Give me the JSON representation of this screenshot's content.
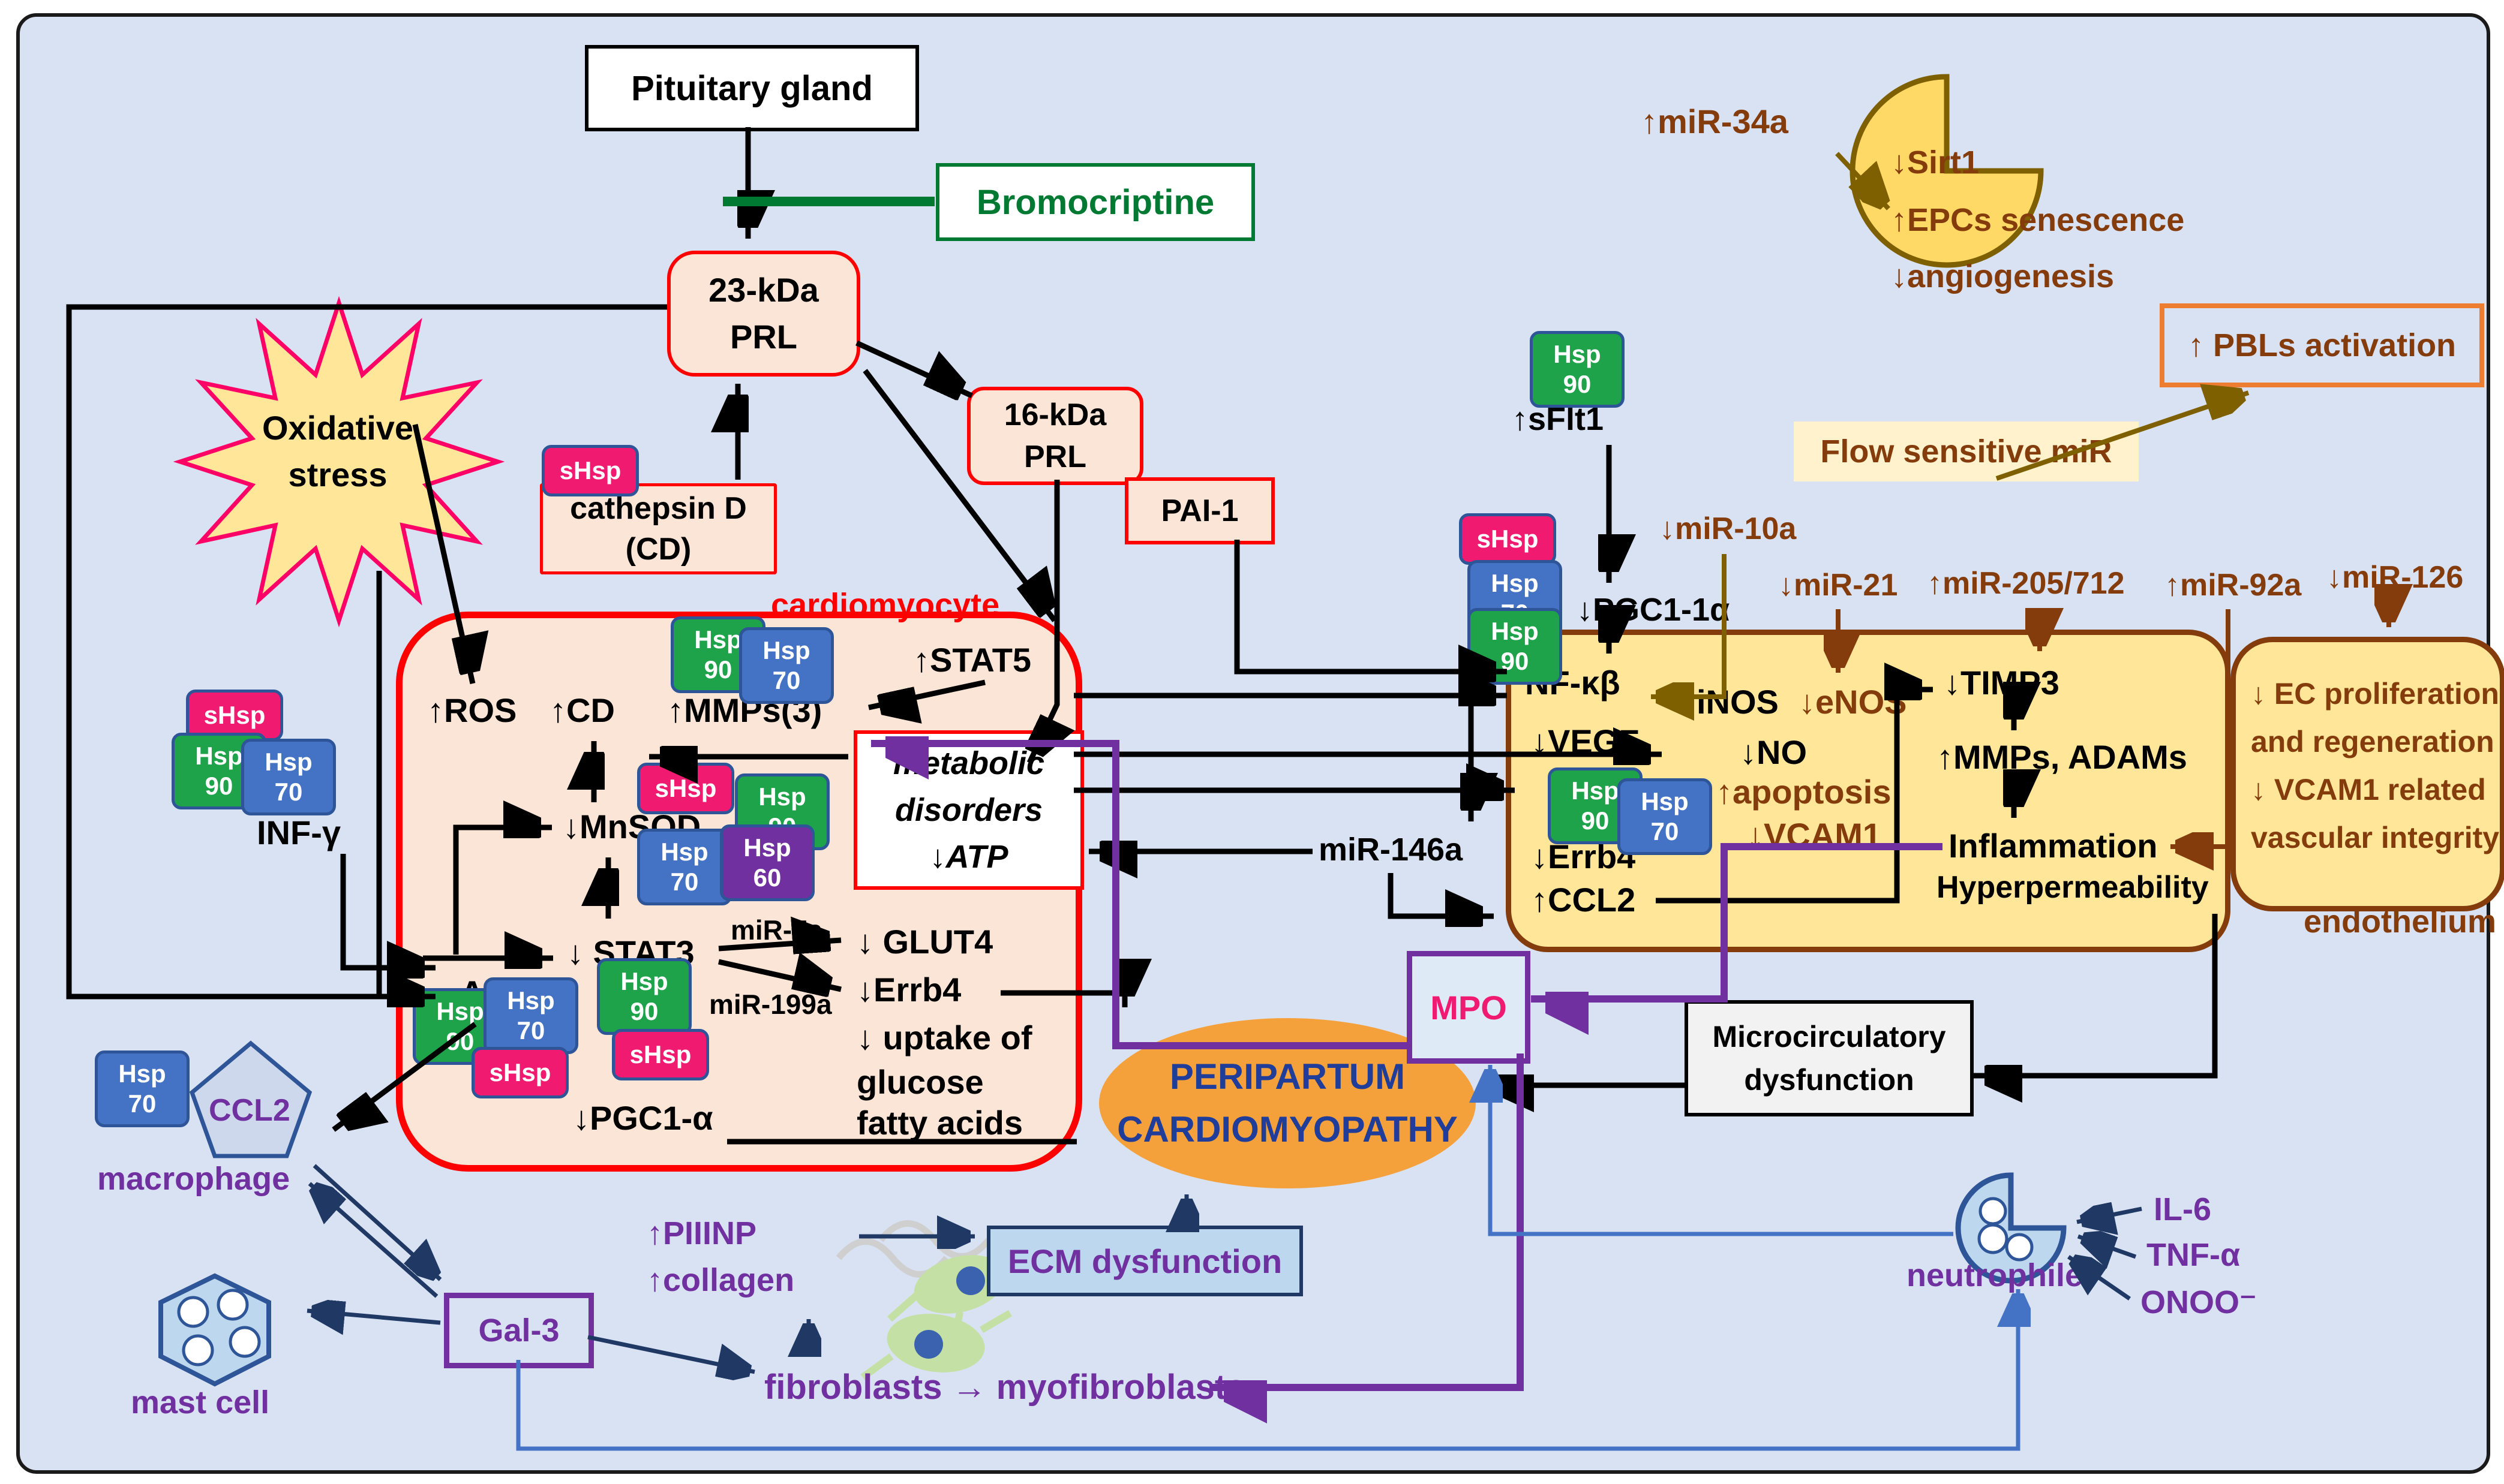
{
  "title": "Peripartum cardiomyopathy pathway diagram",
  "colors": {
    "background_panel": "#D9E2F3",
    "cell_fill": "#FBE5D6",
    "cell_border": "#FF0000",
    "endothelium_fill": "#FFE699",
    "endothelium_border": "#843C0C",
    "badge_hsp90": "#1EA24A",
    "badge_hsp70": "#4472C4",
    "badge_hsp60": "#7030A0",
    "badge_shsp": "#F01A70",
    "accent_purple": "#7030A0",
    "accent_brown": "#843C0C",
    "accent_olive": "#7F6000",
    "accent_navy": "#1F3864",
    "accent_blue": "#4472C4",
    "accent_green": "#007A33",
    "ppcm_fill": "#F5A13B",
    "ppcm_text": "#1F3D99",
    "mpo_text": "#F01A70"
  },
  "badges": {
    "shsp": "sHsp",
    "hsp": "Hsp",
    "90": "90",
    "70": "70",
    "60": "60"
  },
  "nodes": {
    "pituitary": {
      "label": "Pituitary gland"
    },
    "bromocriptine": {
      "label": "Bromocriptine"
    },
    "prl23": {
      "line1": "23-kDa",
      "line2": "PRL"
    },
    "prl16": {
      "line1": "16-kDa",
      "line2": "PRL"
    },
    "pai1": {
      "label": "PAI-1"
    },
    "oxidative": {
      "line1": "Oxidative",
      "line2": "stress"
    },
    "cathepsin": {
      "line1": "cathepsin D",
      "line2": "(CD)"
    },
    "cardiomyocyte_label": {
      "label": "cardiomyocyte"
    },
    "ros": {
      "label": "↑ROS"
    },
    "cd": {
      "label": "↑CD"
    },
    "mmps3": {
      "label": "↑MMPs(3)"
    },
    "stat5": {
      "label": "↑STAT5"
    },
    "metabolic": {
      "line1": "metabolic",
      "line2": "disorders",
      "line3": "↓ATP"
    },
    "mnsod": {
      "label": "↓MnSOD"
    },
    "stat3": {
      "label": "↓ STAT3"
    },
    "mir7a": {
      "label": "miR-7a"
    },
    "mir199a": {
      "label": "miR-199a"
    },
    "glut4": {
      "label": "↓ GLUT4"
    },
    "errb4_cardio": {
      "label": "↓Errb4"
    },
    "uptake1": {
      "label": "↓ uptake of"
    },
    "uptake2": {
      "label": "glucose"
    },
    "uptake3": {
      "label": "fatty acids"
    },
    "pgc1a": {
      "label": "↓PGC1-α"
    },
    "akt": {
      "label": "Akt"
    },
    "inf_gamma": {
      "label": "INF-γ"
    },
    "ccl2_pentagon": {
      "label": "CCL2"
    },
    "macrophage_label": {
      "label": "macrophage"
    },
    "mast_label": {
      "label": "mast cell"
    },
    "gal3": {
      "label": "Gal-3"
    },
    "piiinp": {
      "label": "↑PIIINP"
    },
    "collagen": {
      "label": "↑collagen"
    },
    "ecm": {
      "label": "ECM dysfunction"
    },
    "fibroblasts": {
      "label": "fibroblasts"
    },
    "fibro_arrow": {
      "label": "→"
    },
    "myofibroblasts": {
      "label": "myofibroblasts"
    },
    "ppcm": {
      "line1": "PERIPARTUM",
      "line2": "CARDIOMYOPATHY"
    },
    "mpo": {
      "label": "MPO"
    },
    "micro": {
      "line1": "Microcirculatory",
      "line2": "dysfunction"
    },
    "mir146a": {
      "label": "miR-146a"
    },
    "sflt1": {
      "label": "↑sFlt1"
    },
    "pgc11a": {
      "label": "↓PGC1-1α"
    },
    "mir10a": {
      "label": "↓miR-10a"
    },
    "mir21": {
      "label": "↓miR-21"
    },
    "mir205": {
      "label": "↑miR-205/712"
    },
    "mir92a": {
      "label": "↑miR-92a"
    },
    "mir126": {
      "label": "↓miR-126"
    },
    "flow_mir": {
      "label": "Flow sensitive miR"
    },
    "pbls": {
      "label": "↑ PBLs activation"
    },
    "mir34a": {
      "label": "↑miR-34a"
    },
    "sirt1": {
      "label": "↓Sirt1"
    },
    "epcs": {
      "label": "↑EPCs senescence"
    },
    "angiogenesis": {
      "label": "↓angiogenesis"
    },
    "nfkb": {
      "label": "NF-κβ"
    },
    "inos": {
      "label": "↓iNOS"
    },
    "enos": {
      "label": "↓eNOS"
    },
    "vegf": {
      "label": "↓VEGF"
    },
    "no": {
      "label": "↓NO"
    },
    "apoptosis": {
      "label": "↑apoptosis"
    },
    "vcam1": {
      "label": "↓VCAM1"
    },
    "errb4_endo": {
      "label": "↓Errb4"
    },
    "ccl2_endo": {
      "label": "↑CCL2"
    },
    "timp3": {
      "label": "↓TIMP3"
    },
    "mmps_adams": {
      "label": "↑MMPs, ADAMs"
    },
    "inflammation": {
      "label": "Inflammation"
    },
    "hyperpermeability": {
      "label": "Hyperpermeability"
    },
    "ec1": {
      "label": "↓ EC proliferation"
    },
    "ec2": {
      "label": "and regeneration"
    },
    "ec3": {
      "label": "↓ VCAM1 related"
    },
    "ec4": {
      "label": "vascular integrity"
    },
    "endothelium_label": {
      "label": "endothelium"
    },
    "neutrophile_label": {
      "label": "neutrophile"
    },
    "il6": {
      "label": "IL-6"
    },
    "tnfa": {
      "label": "TNF-α"
    },
    "onoo": {
      "label": "ONOO⁻"
    }
  }
}
